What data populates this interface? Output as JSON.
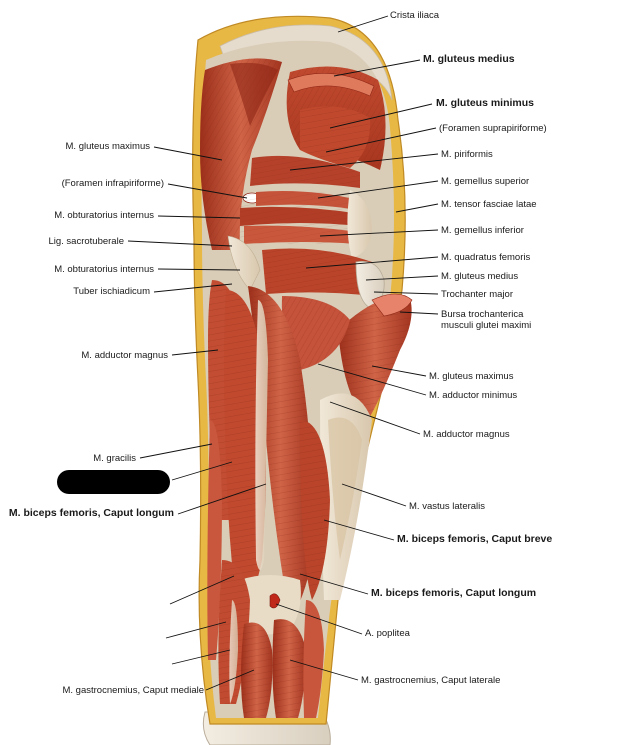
{
  "colors": {
    "muscle_dark": "#a8361f",
    "muscle_mid": "#c9553a",
    "muscle_light": "#e0866a",
    "tendon": "#e8dcc8",
    "fat": "#e7b940",
    "bone": "#efe6d6",
    "leader": "#111111",
    "redaction": "#000000"
  },
  "labels_left": [
    {
      "text": "M. gluteus maximus",
      "bold": false
    },
    {
      "text": "(Foramen infrapiriforme)",
      "bold": false
    },
    {
      "text": "M. obturatorius internus",
      "bold": false
    },
    {
      "text": "Lig. sacrotuberale",
      "bold": false
    },
    {
      "text": "M. obturatorius internus",
      "bold": false
    },
    {
      "text": "Tuber ischiadicum",
      "bold": false
    },
    {
      "text": "M. adductor magnus",
      "bold": false
    },
    {
      "text": "M. gracilis",
      "bold": false
    },
    {
      "text": "M. biceps femoris, Caput longum",
      "bold": true
    },
    {
      "text": "M. gastrocnemius, Caput mediale",
      "bold": false
    }
  ],
  "labels_right": [
    {
      "text": "Crista iliaca",
      "bold": false
    },
    {
      "text": "M. gluteus medius",
      "bold": true
    },
    {
      "text": "M. gluteus minimus",
      "bold": true
    },
    {
      "text": "(Foramen suprapiriforme)",
      "bold": false
    },
    {
      "text": "M. piriformis",
      "bold": false
    },
    {
      "text": "M. gemellus superior",
      "bold": false
    },
    {
      "text": "M. tensor fasciae latae",
      "bold": false
    },
    {
      "text": "M. gemellus inferior",
      "bold": false
    },
    {
      "text": "M. quadratus femoris",
      "bold": false
    },
    {
      "text": "M. gluteus medius",
      "bold": false
    },
    {
      "text": "Trochanter major",
      "bold": false
    },
    {
      "text": "Bursa trochanterica\nmusculi glutei maximi",
      "bold": false
    },
    {
      "text": "M. gluteus maximus",
      "bold": false
    },
    {
      "text": "M. adductor minimus",
      "bold": false
    },
    {
      "text": "M. adductor magnus",
      "bold": false
    },
    {
      "text": "M. vastus lateralis",
      "bold": false
    },
    {
      "text": "M. biceps femoris, Caput breve",
      "bold": true
    },
    {
      "text": "M. biceps femoris, Caput longum",
      "bold": true
    },
    {
      "text": "A. poplitea",
      "bold": false
    },
    {
      "text": "M. gastrocnemius, Caput laterale",
      "bold": false
    }
  ],
  "unlabeled_leaders": 3,
  "redacted_label": true
}
